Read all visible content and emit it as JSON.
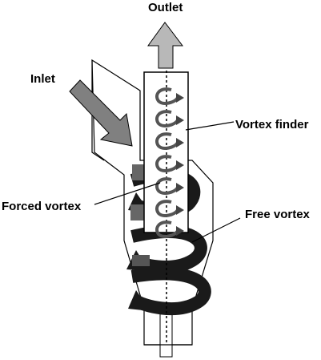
{
  "labels": {
    "outlet": "Outlet",
    "inlet": "Inlet",
    "vortex_finder": "Vortex finder",
    "forced_vortex": "Forced vortex",
    "free_vortex": "Free vortex"
  },
  "colors": {
    "outline": "#000000",
    "background": "#ffffff",
    "outlet_arrow": "#b8b8b8",
    "inlet_arrow": "#808080",
    "dark_spiral": "#1a1a1a",
    "mid_spiral": "#666666",
    "light_spiral": "#aaaaaa"
  }
}
